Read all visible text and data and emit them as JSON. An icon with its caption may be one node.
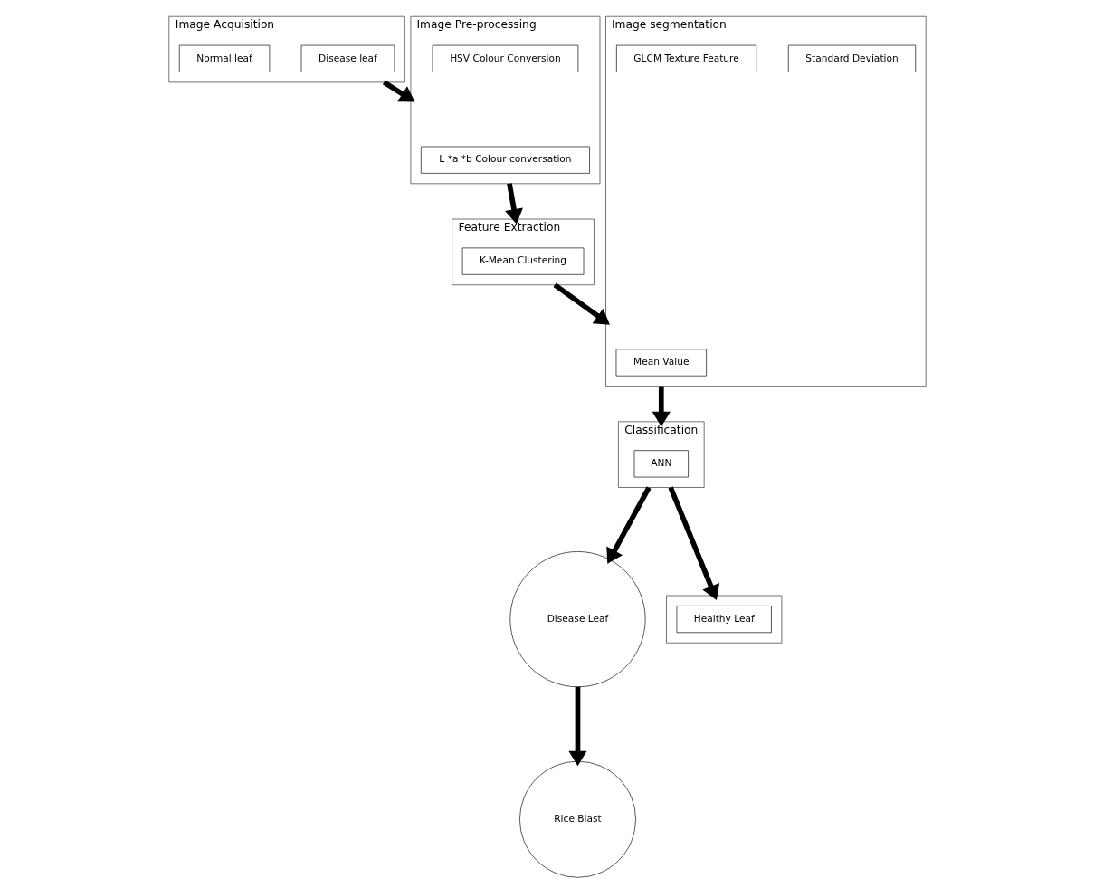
{
  "diagram": {
    "nodes": [
      {
        "text": [
          "Image Acquisition"
        ]
      },
      {
        "text": [
          "Disease leaf"
        ],
        "in": 0
      },
      {
        "text": [
          "Normal leaf"
        ],
        "in": 0
      },
      {
        "text": [
          "Image Pre-processing"
        ]
      },
      {
        "text": [
          "L *a *b Colour conversation"
        ],
        "in": 3
      },
      {
        "text": [
          "HSV Colour Conversion"
        ],
        "in": 3
      },
      {
        "text": [
          "Feature Extraction"
        ]
      },
      {
        "text": [
          "K-Mean Clustering"
        ],
        "in": 6
      },
      {
        "text": [
          "Image segmentation"
        ]
      },
      {
        "text": [
          "Mean Value"
        ],
        "in": 8
      },
      {
        "text": [
          "Standard Deviation"
        ],
        "in": 8
      },
      {
        "text": [
          "GLCM Texture Feature"
        ],
        "in": 8
      },
      {
        "text": [
          "Classification"
        ]
      },
      {
        "text": [
          "ANN"
        ],
        "in": 12
      },
      {
        "text": [
          "Disease Leaf"
        ]
      },
      {
        "text": [
          "Rice Blast"
        ]
      },
      {
        "text": [],
        "shape": "box"
      },
      {
        "text": [
          "Healthy Leaf"
        ],
        "in": 16
      }
    ],
    "edges": [
      {
        "from": 0,
        "to": 3,
        "arrow": "to"
      },
      {
        "from": 3,
        "to": 6,
        "arrow": "to"
      },
      {
        "from": 6,
        "to": 8,
        "arrow": "to"
      },
      {
        "from": 8,
        "to": 12,
        "arrow": "to"
      },
      {
        "from": 12,
        "to": 14,
        "arrow": "to"
      },
      {
        "from": 14,
        "to": 15,
        "arrow": "to"
      },
      {
        "from": 12,
        "to": 16,
        "arrow": "to"
      }
    ]
  }
}
